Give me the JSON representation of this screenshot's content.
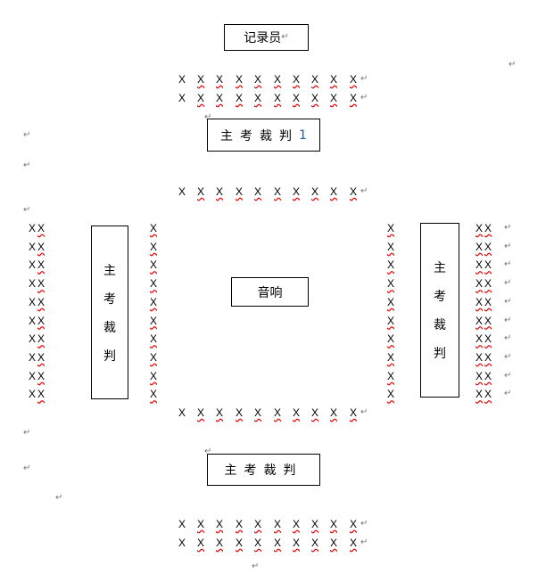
{
  "recorder": "记录员",
  "chief_judge_top": "主考裁判",
  "chief_judge_top_num": "1",
  "sound": "音响",
  "chief_judge_bottom": "主考裁判",
  "side_judge_chars": [
    "主",
    "考",
    "裁",
    "判"
  ],
  "mark": "X",
  "para_mark": "↵"
}
